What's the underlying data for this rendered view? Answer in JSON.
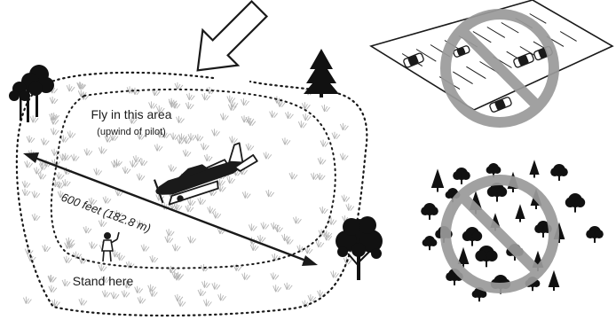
{
  "diagram": {
    "labels": {
      "fly_area": "Fly in this area",
      "fly_area_note": "(upwind of pilot)",
      "distance": "600 feet (182.8 m)",
      "stand_here": "Stand here"
    },
    "colors": {
      "ink": "#1a1a1a",
      "prohibit": "#9a9a9a",
      "grass": "#b5b5b5"
    },
    "icons": [
      "wind-arrow-icon",
      "airplane-icon",
      "pilot-icon",
      "tree-icon",
      "parking-lot-icon",
      "forest-icon",
      "no-symbol-icon"
    ]
  }
}
